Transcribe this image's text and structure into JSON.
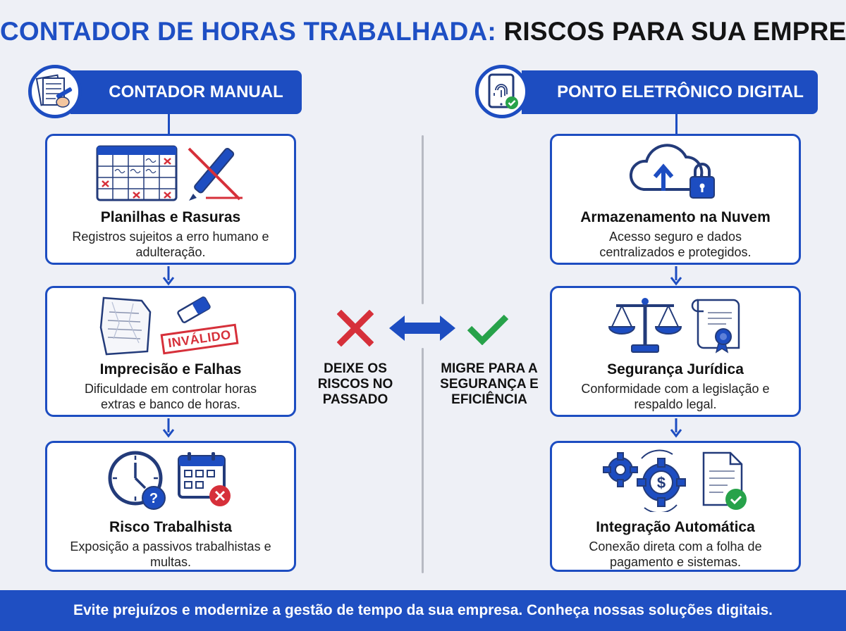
{
  "title": {
    "part1": "CONTADOR DE HORAS TRABALHADA:",
    "part2": "RISCOS PARA SUA EMPRESA"
  },
  "left": {
    "header": "CONTADOR MANUAL",
    "cards": [
      {
        "title": "Planilhas e Rasuras",
        "desc": "Registros sujeitos a erro humano e adulteração."
      },
      {
        "title": "Imprecisão e Falhas",
        "desc": "Dificuldade em controlar horas extras e banco de horas.",
        "stamp": "INVÁLIDO"
      },
      {
        "title": "Risco Trabalhista",
        "desc": "Exposição a passivos trabalhistas e multas."
      }
    ]
  },
  "right": {
    "header": "PONTO ELETRÔNICO DIGITAL",
    "cards": [
      {
        "title": "Armazenamento na Nuvem",
        "desc": "Acesso seguro e dados centralizados e protegidos."
      },
      {
        "title": "Segurança Jurídica",
        "desc": "Conformidade com a legislação e respaldo legal."
      },
      {
        "title": "Integração Automática",
        "desc": "Conexão direta com a folha de pagamento e sistemas."
      }
    ]
  },
  "middle": {
    "left_text": "DEIXE OS RISCOS NO PASSADO",
    "right_text": "MIGRE PARA A SEGURANÇA E EFICIÊNCIA"
  },
  "footer": "Evite prejuízos e modernize a gestão de tempo da sua empresa. Conheça nossas soluções digitais.",
  "colors": {
    "blue": "#1d4dc1",
    "red": "#d6303a",
    "green": "#27a24a"
  }
}
